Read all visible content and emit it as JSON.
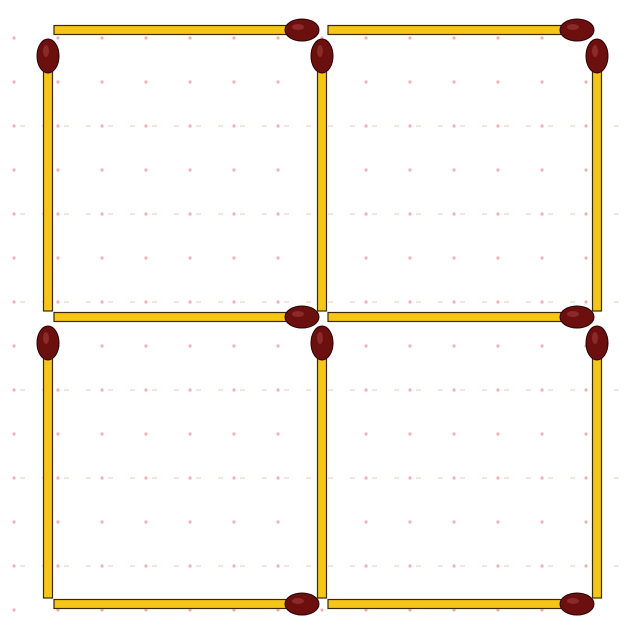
{
  "puzzle": {
    "type": "matchstick-grid",
    "grid": {
      "rows": 2,
      "cols": 2,
      "stick_count": 12
    },
    "colors": {
      "background": "#ffffff",
      "grid_dots": "#f2aaaa",
      "stick_body": "#f5c518",
      "stick_outline": "#3a2a00",
      "stick_head": "#6b0f0f",
      "stick_head_outline": "#2a0000"
    },
    "sticks": [
      {
        "id": "top-left",
        "orientation": "horizontal",
        "row": 0,
        "col": 0,
        "head": "end"
      },
      {
        "id": "top-right",
        "orientation": "horizontal",
        "row": 0,
        "col": 1,
        "head": "end"
      },
      {
        "id": "middle-left",
        "orientation": "horizontal",
        "row": 1,
        "col": 0,
        "head": "end"
      },
      {
        "id": "middle-right",
        "orientation": "horizontal",
        "row": 1,
        "col": 1,
        "head": "end"
      },
      {
        "id": "bottom-left",
        "orientation": "horizontal",
        "row": 2,
        "col": 0,
        "head": "end"
      },
      {
        "id": "bottom-right",
        "orientation": "horizontal",
        "row": 2,
        "col": 1,
        "head": "end"
      },
      {
        "id": "upper-left-edge",
        "orientation": "vertical",
        "row": 0,
        "col": 0,
        "head": "start"
      },
      {
        "id": "upper-center",
        "orientation": "vertical",
        "row": 0,
        "col": 1,
        "head": "start"
      },
      {
        "id": "upper-right-edge",
        "orientation": "vertical",
        "row": 0,
        "col": 2,
        "head": "start"
      },
      {
        "id": "lower-left-edge",
        "orientation": "vertical",
        "row": 1,
        "col": 0,
        "head": "start"
      },
      {
        "id": "lower-center",
        "orientation": "vertical",
        "row": 1,
        "col": 1,
        "head": "start"
      },
      {
        "id": "lower-right-edge",
        "orientation": "vertical",
        "row": 1,
        "col": 2,
        "head": "start"
      }
    ]
  }
}
